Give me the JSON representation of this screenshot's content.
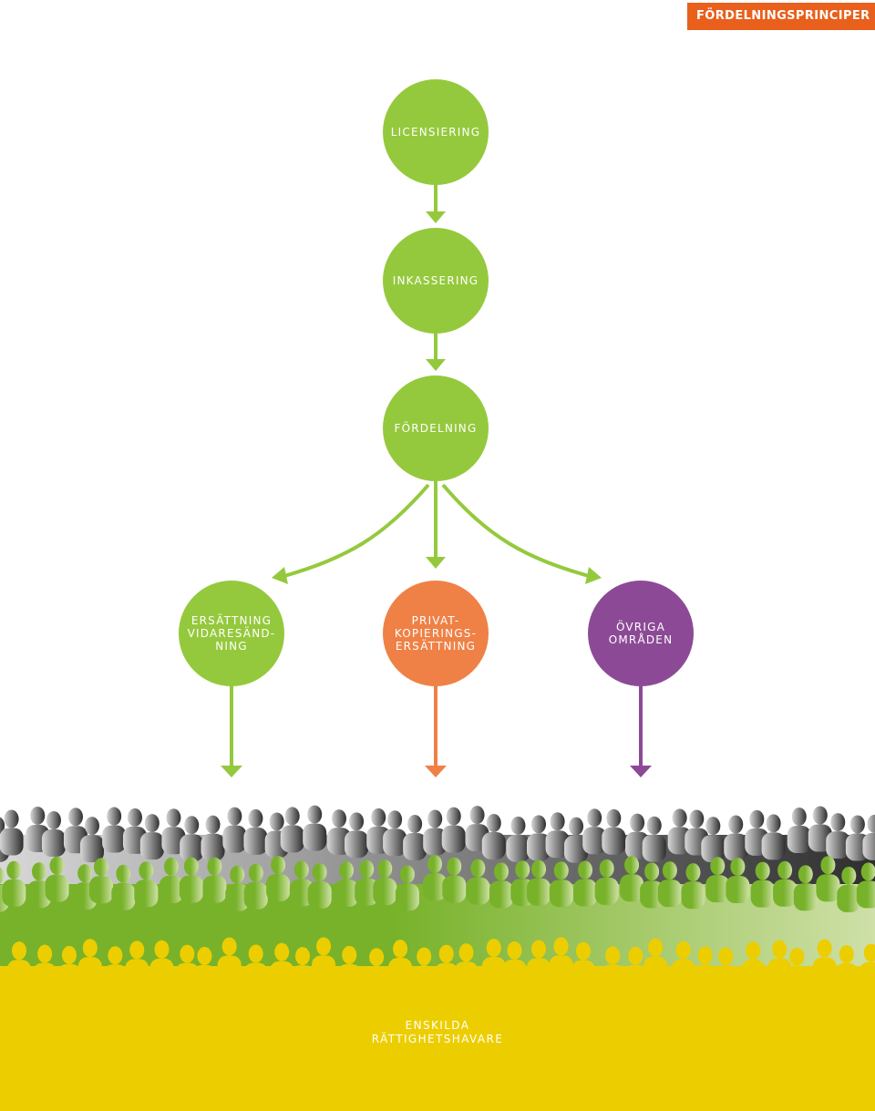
{
  "header": {
    "tab_label": "FÖRDELNINGSPRINCIPER",
    "tab_color": "#e8601c"
  },
  "nodes": {
    "licensiering": {
      "label": "LICENSIERING",
      "color": "#95c93d"
    },
    "inkassering": {
      "label": "INKASSERING",
      "color": "#95c93d"
    },
    "fordelning": {
      "label": "FÖRDELNING",
      "color": "#95c93d"
    },
    "vidaresandning": {
      "label": "ERSÄTTNING\nVIDARESÄND-\nNING",
      "color": "#95c93d"
    },
    "privatkopiering": {
      "label": "PRIVAT-\nKOPIERINGS-\nERSÄTTNING",
      "color": "#ef8146"
    },
    "ovriga": {
      "label": "ÖVRIGA\nOMRÅDEN",
      "color": "#8c4a96"
    }
  },
  "colors": {
    "flow_arrow": "#95c93d",
    "privat_arrow": "#ef8146",
    "ovriga_arrow": "#8c4a96",
    "crowd_grey_light": "#d8d8d8",
    "crowd_grey_dark": "#2e2e2e",
    "crowd_green": "#78b22a",
    "crowd_green_light": "#cfe0a8",
    "crowd_yellow": "#ecce00"
  },
  "crowd": {
    "label": "ENSKILDA\nRÄTTIGHETSHAVARE"
  }
}
